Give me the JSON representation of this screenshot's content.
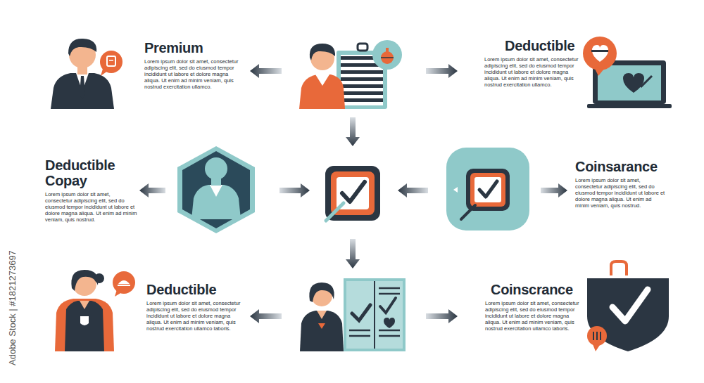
{
  "diagram": {
    "nodes": [
      {
        "text": [
          "Premium",
          "Lorem ipsum dolor sit amet, consectetur adipiscing elit, sed do eiusmod tempor incididunt ut labore et dolore magna aliqua. Ut enim ad minim veniam, quis nostrud exercitation ullamco."
        ]
      },
      {
        "text": [
          "Deductible",
          "Lorem ipsum dolor sit amet, consectetur adipiscing elit, sed do eiusmod tempor incididunt ut labore et dolore magna aliqua. Ut enim ad minim veniam, quis nostrud exercitation ullamco."
        ]
      },
      {
        "text": [
          "Deductible Copay",
          "Lorem ipsum dolor sit amet, consectetur adipiscing elit, sed do eiusmod tempor incididunt ut labore et dolore magna aliqua. Ut enim ad minim veniam, quis nostrud."
        ]
      },
      {
        "text": [
          "Coinsarance",
          "Lorem ipsum dolor sit amet, consectetur adipiscing elit, sed do eiusmod tempor incididunt ut labore et dolore magna aliqua. Ut enim ad minim veniam, quis nostrud."
        ]
      },
      {
        "text": [
          "Deductible",
          "Lorem ipsum dolor sit amet, consectetur adipiscing elit, sed do eiusmod tempor incididunt ut labore et dolore magna aliqua. Ut enim ad minim veniam, quis nostrud exercitation ullamco laboris."
        ]
      },
      {
        "text": [
          "Coinscrance",
          "Lorem ipsum dolor sit amet, consectetur adipiscing elit, sed do eiusmod tempor incididunt ut labore et dolore magna aliqua. Ut enim ad minim veniam, quis nostrud exercitation ullamco laboris."
        ]
      }
    ],
    "labels": [
      "Adobe Stock | #1821273697"
    ]
  }
}
